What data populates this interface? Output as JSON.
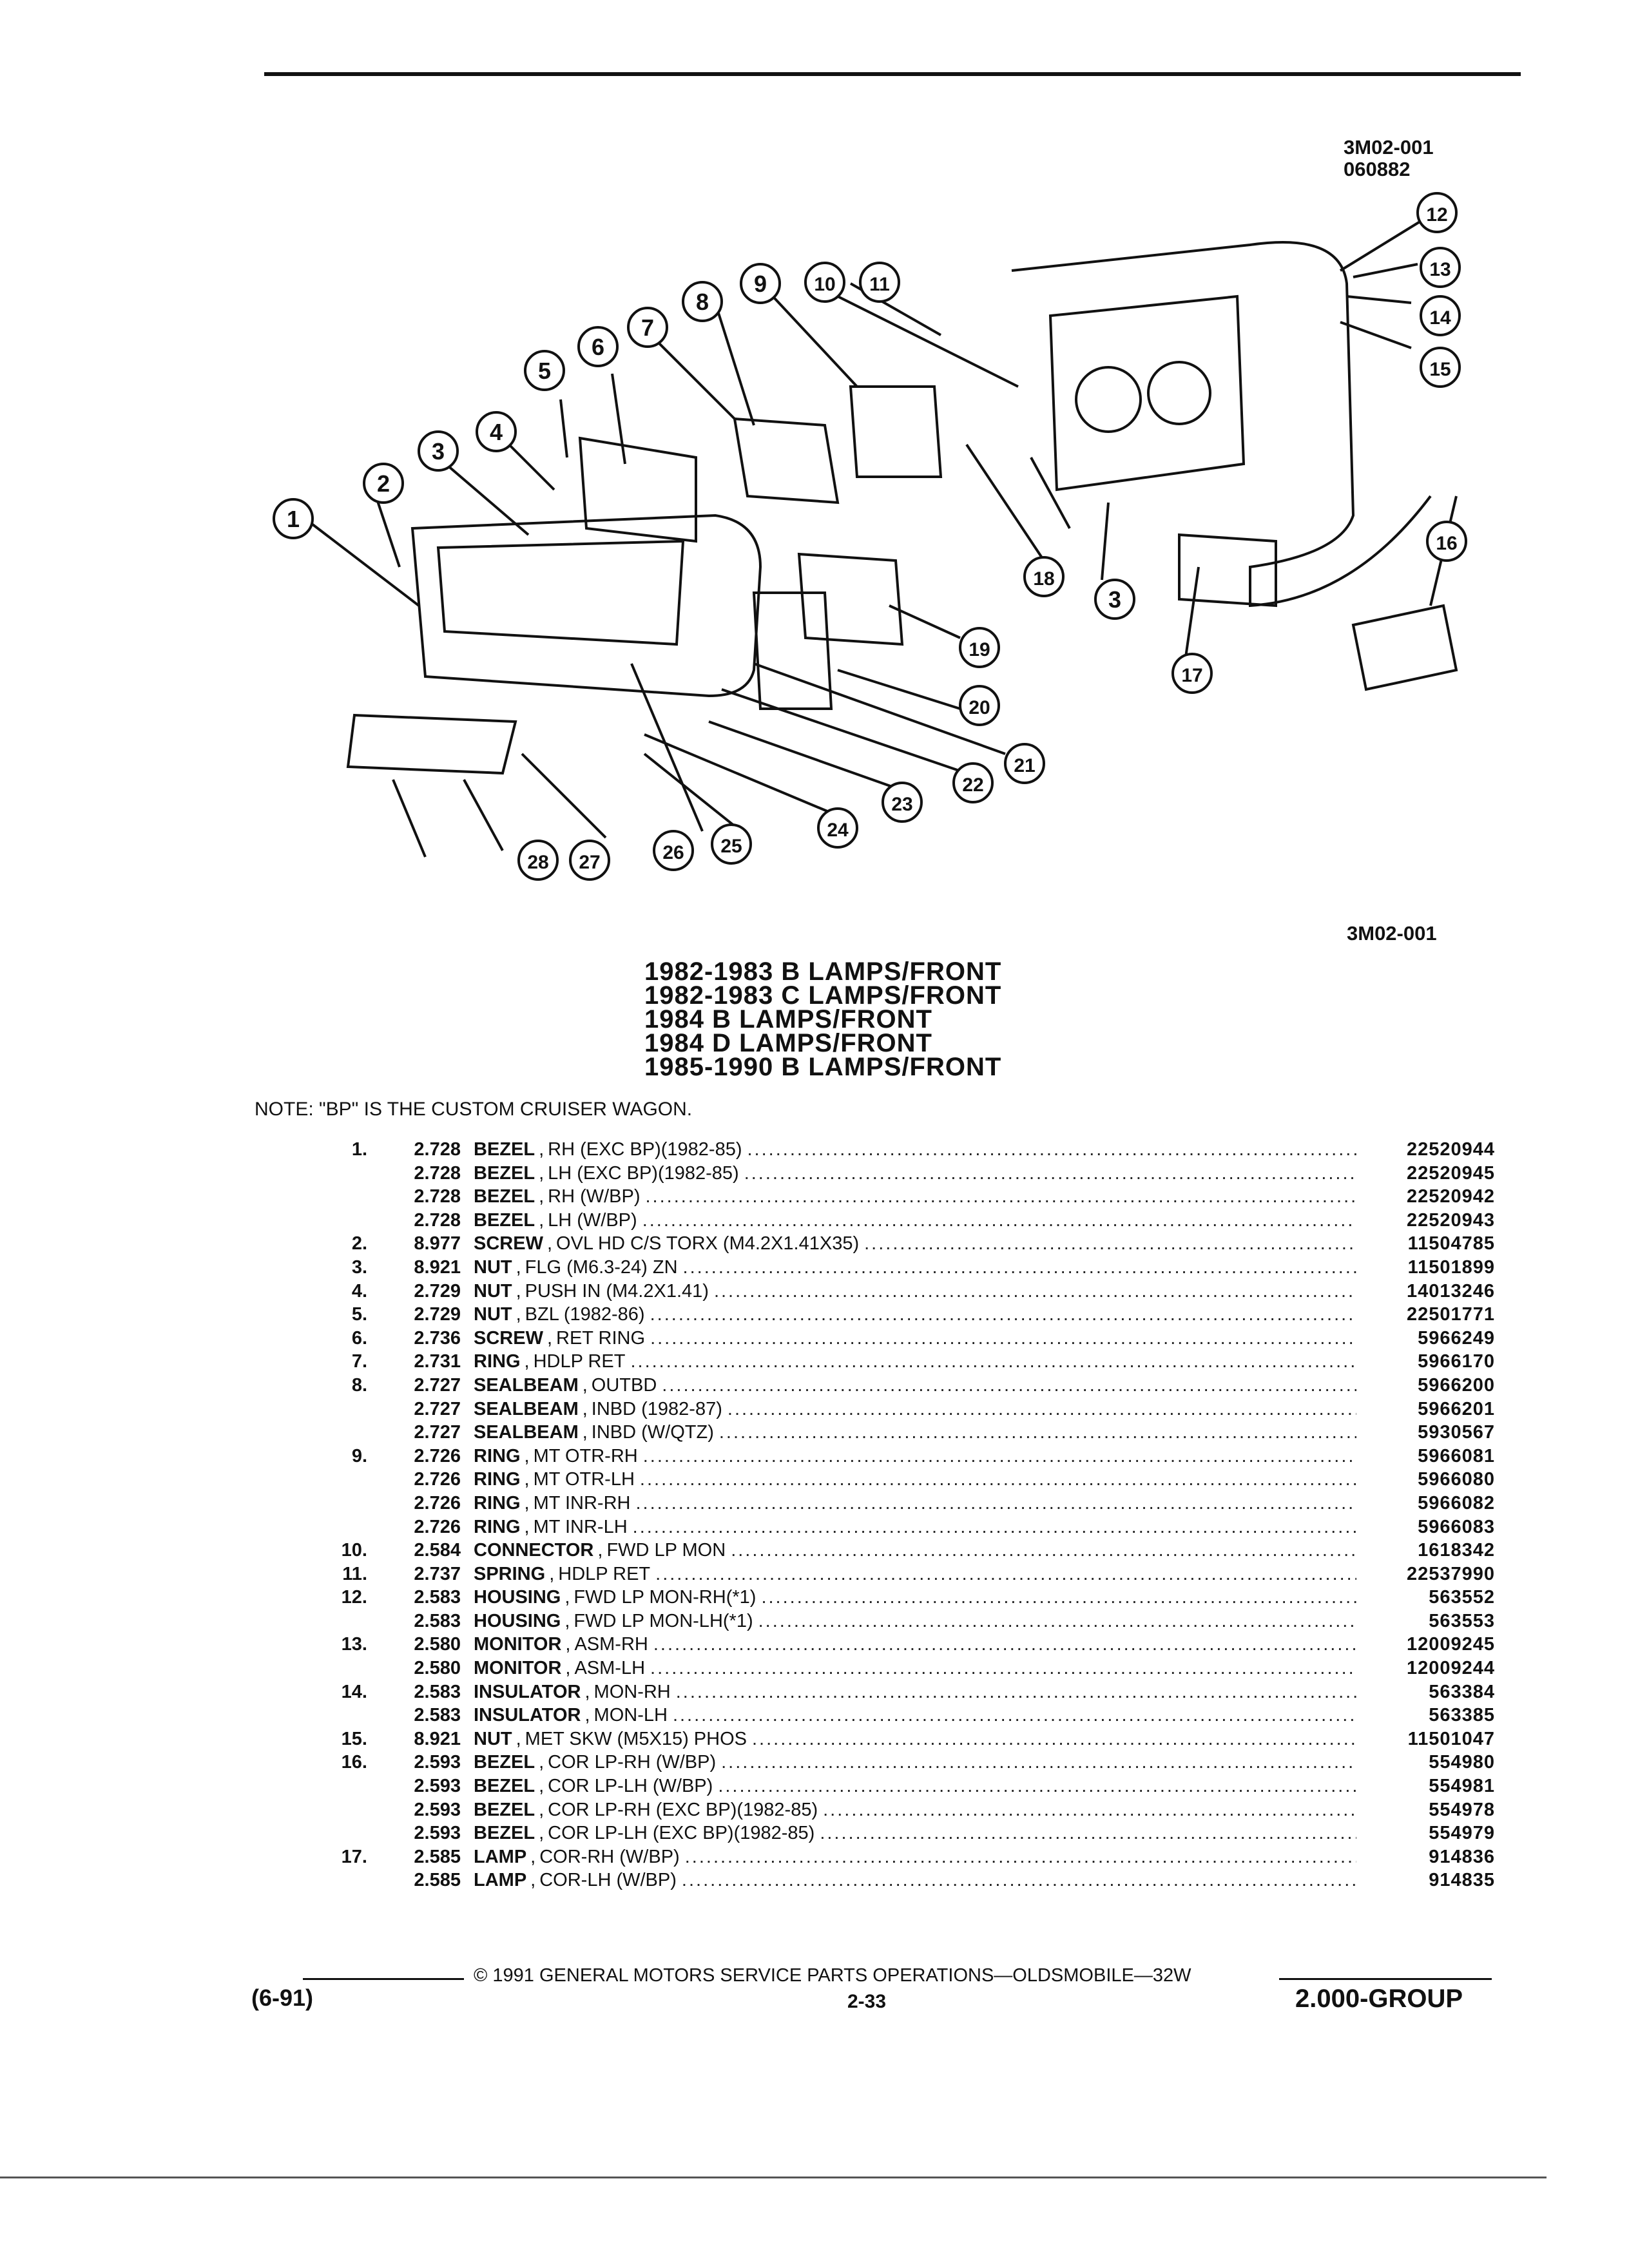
{
  "diagram": {
    "ref_codes": [
      "3M02-001",
      "060882"
    ],
    "bottom_ref": "3M02-001",
    "callouts": [
      "1",
      "2",
      "3",
      "4",
      "5",
      "6",
      "7",
      "8",
      "9",
      "10",
      "11",
      "12",
      "13",
      "14",
      "15",
      "16",
      "17",
      "18",
      "3",
      "19",
      "20",
      "21",
      "22",
      "23",
      "24",
      "25",
      "26",
      "27",
      "28"
    ]
  },
  "titles": [
    "1982-1983 B LAMPS/FRONT",
    "1982-1983 C LAMPS/FRONT",
    "1984 B LAMPS/FRONT",
    "1984 D LAMPS/FRONT",
    "1985-1990 B LAMPS/FRONT"
  ],
  "note": "NOTE:  \"BP\" IS THE CUSTOM CRUISER WAGON.",
  "parts": [
    {
      "num": "1.",
      "group": "2.728",
      "name": "BEZEL",
      "desc": "RH (EXC BP)(1982-85)",
      "part": "22520944"
    },
    {
      "num": "",
      "group": "2.728",
      "name": "BEZEL",
      "desc": "LH (EXC BP)(1982-85)",
      "part": "22520945"
    },
    {
      "num": "",
      "group": "2.728",
      "name": "BEZEL",
      "desc": "RH (W/BP)",
      "part": "22520942"
    },
    {
      "num": "",
      "group": "2.728",
      "name": "BEZEL",
      "desc": "LH (W/BP)",
      "part": "22520943"
    },
    {
      "num": "2.",
      "group": "8.977",
      "name": "SCREW",
      "desc": "OVL HD C/S TORX (M4.2X1.41X35)",
      "part": "11504785"
    },
    {
      "num": "3.",
      "group": "8.921",
      "name": "NUT",
      "desc": "FLG (M6.3-24) ZN",
      "part": "11501899"
    },
    {
      "num": "4.",
      "group": "2.729",
      "name": "NUT",
      "desc": "PUSH IN (M4.2X1.41)",
      "part": "14013246"
    },
    {
      "num": "5.",
      "group": "2.729",
      "name": "NUT",
      "desc": "BZL (1982-86)",
      "part": "22501771"
    },
    {
      "num": "6.",
      "group": "2.736",
      "name": "SCREW",
      "desc": "RET RING",
      "part": "5966249"
    },
    {
      "num": "7.",
      "group": "2.731",
      "name": "RING",
      "desc": "HDLP RET",
      "part": "5966170"
    },
    {
      "num": "8.",
      "group": "2.727",
      "name": "SEALBEAM",
      "desc": "OUTBD",
      "part": "5966200"
    },
    {
      "num": "",
      "group": "2.727",
      "name": "SEALBEAM",
      "desc": "INBD (1982-87)",
      "part": "5966201"
    },
    {
      "num": "",
      "group": "2.727",
      "name": "SEALBEAM",
      "desc": "INBD (W/QTZ)",
      "part": "5930567"
    },
    {
      "num": "9.",
      "group": "2.726",
      "name": "RING",
      "desc": "MT OTR-RH",
      "part": "5966081"
    },
    {
      "num": "",
      "group": "2.726",
      "name": "RING",
      "desc": "MT OTR-LH",
      "part": "5966080"
    },
    {
      "num": "",
      "group": "2.726",
      "name": "RING",
      "desc": "MT INR-RH",
      "part": "5966082"
    },
    {
      "num": "",
      "group": "2.726",
      "name": "RING",
      "desc": "MT INR-LH",
      "part": "5966083"
    },
    {
      "num": "10.",
      "group": "2.584",
      "name": "CONNECTOR",
      "desc": "FWD LP MON",
      "part": "1618342"
    },
    {
      "num": "11.",
      "group": "2.737",
      "name": "SPRING",
      "desc": "HDLP RET",
      "part": "22537990"
    },
    {
      "num": "12.",
      "group": "2.583",
      "name": "HOUSING",
      "desc": "FWD LP MON-RH(*1)",
      "part": "563552"
    },
    {
      "num": "",
      "group": "2.583",
      "name": "HOUSING",
      "desc": "FWD LP MON-LH(*1)",
      "part": "563553"
    },
    {
      "num": "13.",
      "group": "2.580",
      "name": "MONITOR",
      "desc": "ASM-RH",
      "part": "12009245"
    },
    {
      "num": "",
      "group": "2.580",
      "name": "MONITOR",
      "desc": "ASM-LH",
      "part": "12009244"
    },
    {
      "num": "14.",
      "group": "2.583",
      "name": "INSULATOR",
      "desc": "MON-RH",
      "part": "563384"
    },
    {
      "num": "",
      "group": "2.583",
      "name": "INSULATOR",
      "desc": "MON-LH",
      "part": "563385"
    },
    {
      "num": "15.",
      "group": "8.921",
      "name": "NUT",
      "desc": "MET SKW (M5X15) PHOS",
      "part": "11501047"
    },
    {
      "num": "16.",
      "group": "2.593",
      "name": "BEZEL",
      "desc": "COR LP-RH (W/BP)",
      "part": "554980"
    },
    {
      "num": "",
      "group": "2.593",
      "name": "BEZEL",
      "desc": "COR LP-LH (W/BP)",
      "part": "554981"
    },
    {
      "num": "",
      "group": "2.593",
      "name": "BEZEL",
      "desc": "COR LP-RH (EXC BP)(1982-85)",
      "part": "554978"
    },
    {
      "num": "",
      "group": "2.593",
      "name": "BEZEL",
      "desc": "COR LP-LH (EXC BP)(1982-85)",
      "part": "554979"
    },
    {
      "num": "17.",
      "group": "2.585",
      "name": "LAMP",
      "desc": "COR-RH (W/BP)",
      "part": "914836"
    },
    {
      "num": "",
      "group": "2.585",
      "name": "LAMP",
      "desc": "COR-LH (W/BP)",
      "part": "914835"
    }
  ],
  "footer": {
    "copyright": "© 1991 GENERAL MOTORS SERVICE PARTS OPERATIONS—OLDSMOBILE—32W",
    "date_code": "(6-91)",
    "page": "2-33",
    "group": "2.000-GROUP"
  }
}
